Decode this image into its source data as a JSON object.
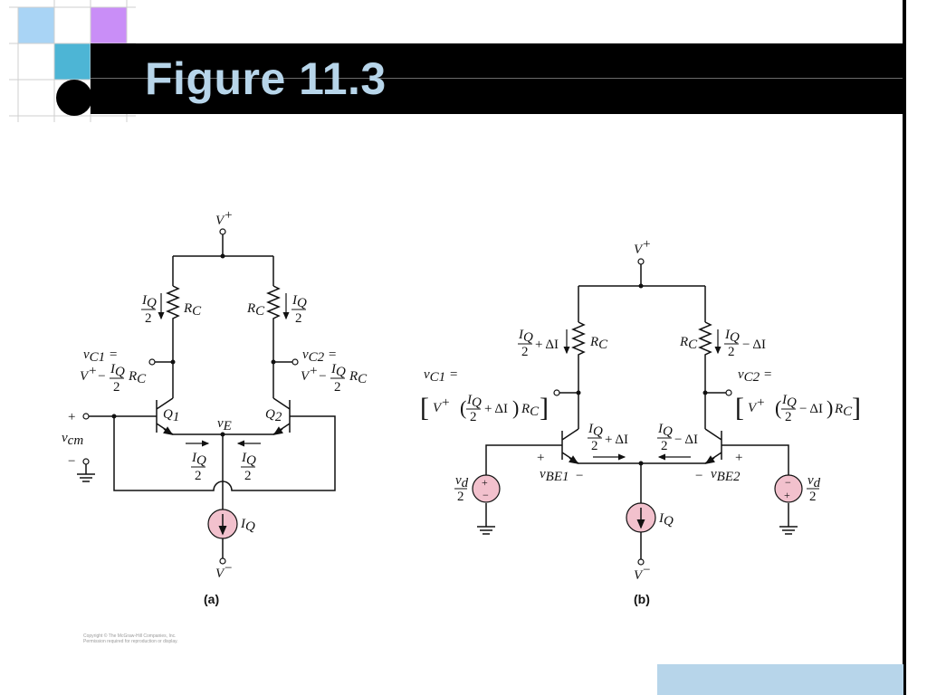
{
  "slide": {
    "title": "Figure 11.3",
    "copyright_line1": "Copyright © The McGraw-Hill Companies, Inc.",
    "copyright_line2": "Permission required for reproduction or display."
  },
  "theme": {
    "title_color": "#b7d5ea",
    "bar_color": "#000000",
    "deco_blue": "#a9d4f5",
    "deco_purple": "#c98ef7",
    "deco_teal": "#4db5d5",
    "source_fill": "#f2c1cd"
  },
  "circuit_a": {
    "caption": "(a)",
    "vplus": "V",
    "vplus_sup": "+",
    "vminus": "V",
    "vminus_sup": "−",
    "rc": "R",
    "rc_sub": "C",
    "iq": "I",
    "iq_sub": "Q",
    "half": "2",
    "vc1": "v",
    "vc1_sub": "C1",
    "vc2": "v",
    "vc2_sub": "C2",
    "eq": " =",
    "minus": "−",
    "q1": "Q",
    "q1_sub": "1",
    "q2": "Q",
    "q2_sub": "2",
    "ve": "v",
    "ve_sub": "E",
    "vcm": "v",
    "vcm_sub": "cm",
    "plus": "+",
    "neg": "−"
  },
  "circuit_b": {
    "caption": "(b)",
    "vplus": "V",
    "vplus_sup": "+",
    "vminus": "V",
    "vminus_sup": "−",
    "rc": "R",
    "rc_sub": "C",
    "iq": "I",
    "iq_sub": "Q",
    "half": "2",
    "plus_delta": "+ ΔI",
    "minus_delta": "− ΔI",
    "vc1": "v",
    "vc1_sub": "C1",
    "vc2": "v",
    "vc2_sub": "C2",
    "eq": " =",
    "vbe1": "v",
    "vbe1_sub": "BE1",
    "vbe2": "v",
    "vbe2_sub": "BE2",
    "vd": "v",
    "vd_sub": "d",
    "plus": "+",
    "neg": "−",
    "bracket_open": "[",
    "bracket_close": "]",
    "paren_open": "(",
    "paren_close": ")"
  }
}
